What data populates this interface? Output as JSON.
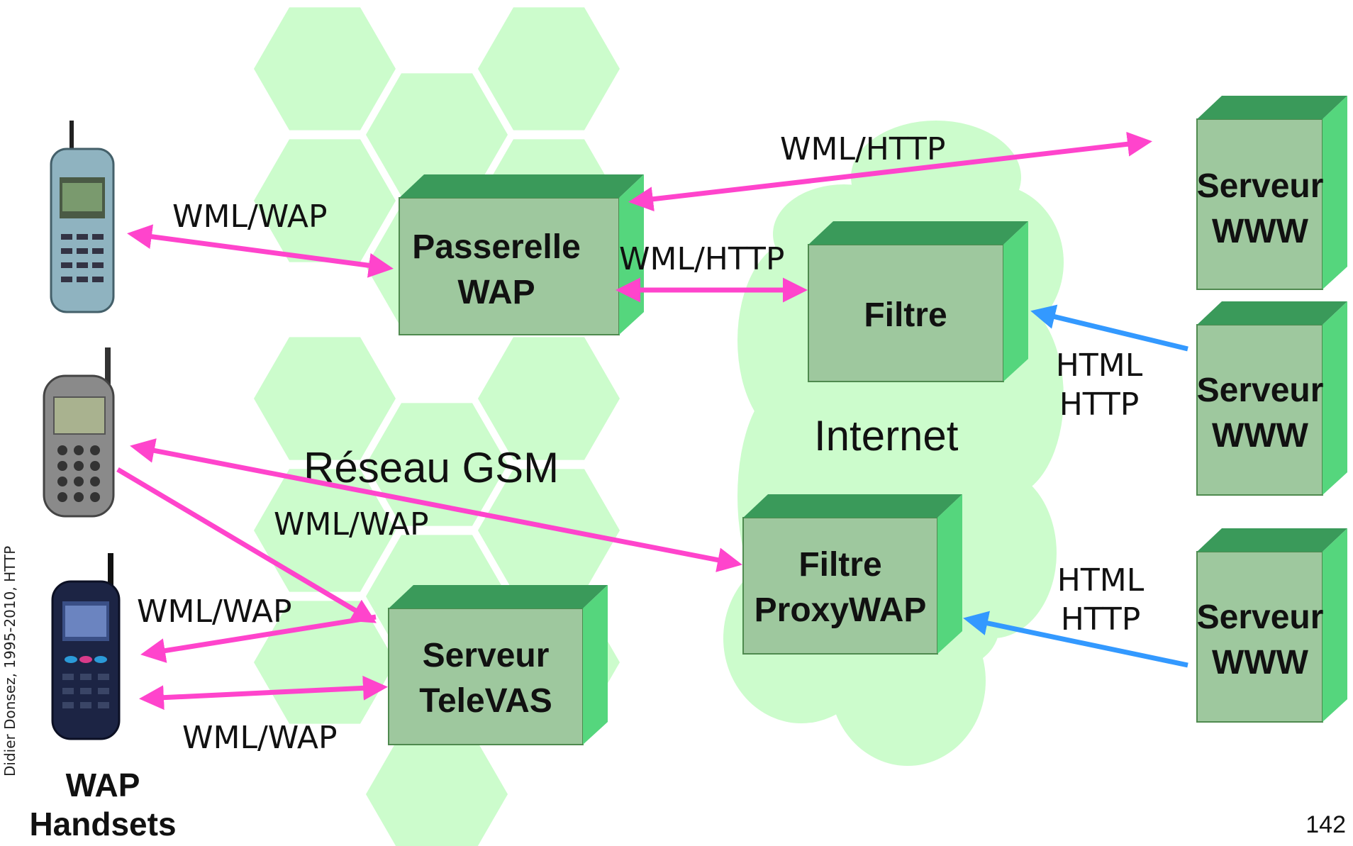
{
  "colors": {
    "hexagon": "#ccfccc",
    "cloud": "#ccfccc",
    "box_front": "#9ec89e",
    "box_top": "#3a9a5a",
    "box_side": "#55d67d",
    "wap_arrow": "#ff44cc",
    "html_arrow": "#3399ff"
  },
  "network_labels": {
    "gsm": "Réseau GSM",
    "internet": "Internet"
  },
  "boxes": {
    "passerelle": [
      "Passerelle",
      "WAP"
    ],
    "filtre": [
      "Filtre"
    ],
    "filtre_proxy": [
      "Filtre",
      "ProxyWAP"
    ],
    "televas": [
      "Serveur",
      "TeleVAS"
    ],
    "www1": [
      "Serveur",
      "WWW"
    ],
    "www2": [
      "Serveur",
      "WWW"
    ],
    "www3": [
      "Serveur",
      "WWW"
    ]
  },
  "protocols": {
    "phone1_gateway": "WML/WAP",
    "gateway_www": "WML/HTTP",
    "gateway_filter": "WML/HTTP",
    "www2_filter": [
      "HTML",
      "HTTP"
    ],
    "www3_proxy": [
      "HTML",
      "HTTP"
    ],
    "phone2_proxy": "WML/WAP",
    "televas_phone3_upper": "WML/WAP",
    "televas_phone3_lower": "WML/WAP"
  },
  "devices": {
    "caption": [
      "WAP",
      "Handsets"
    ],
    "phones": [
      "phone-1",
      "phone-2",
      "phone-3"
    ]
  },
  "footer": {
    "side_credit": "Didier Donsez, 1995-2010, HTTP",
    "page_number": "142"
  }
}
